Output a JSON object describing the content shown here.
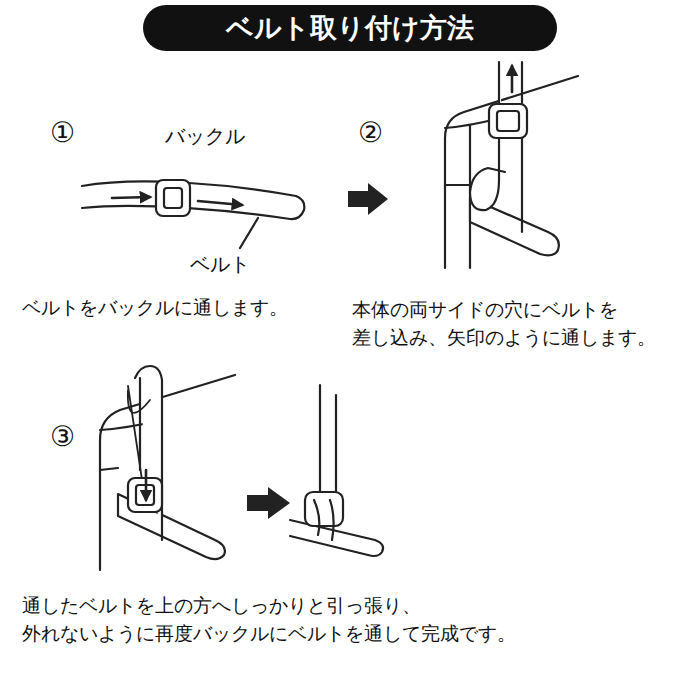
{
  "diagram": {
    "title": "ベルト取り付け方法",
    "labels": [
      "①",
      "バックル",
      "ベルト",
      "ベルトをバックルに通します。",
      "②",
      "本体の両サイドの穴にベルトを 差し込み、矢印のように通します。",
      "③",
      "通したベルトを上の方へしっかりと引っ張り、 外れないように再度バックルにベルトを通して完成です。"
    ]
  }
}
